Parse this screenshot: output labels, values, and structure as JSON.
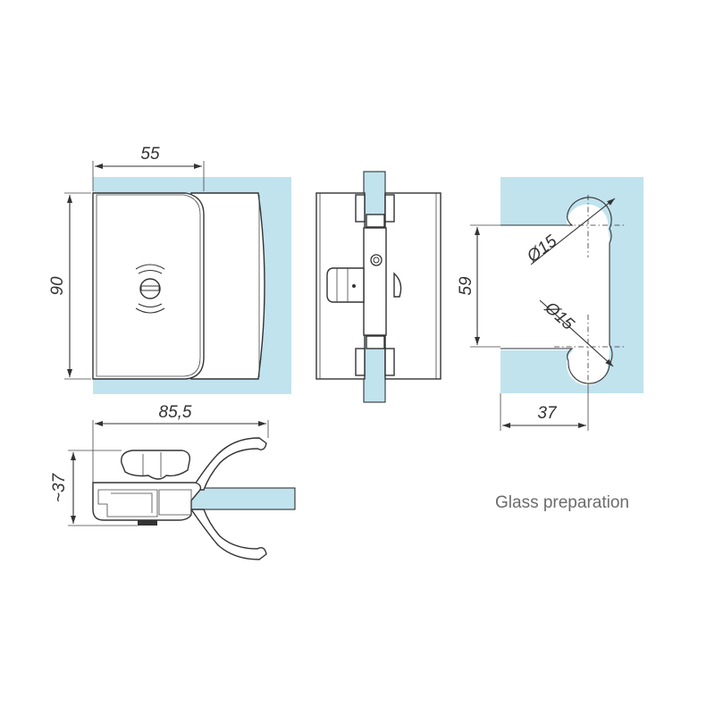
{
  "colors": {
    "glass": "#c1e3ee",
    "line": "#333333",
    "caption": "#6b6b6b"
  },
  "dimensions": {
    "front_width": "55",
    "front_height": "90",
    "side_width": "85,5",
    "side_height": "~37",
    "hole_upper": "Ø15",
    "hole_lower": "Ø15",
    "hole_spacing": "59",
    "hole_offset": "37"
  },
  "caption": "Glass preparation"
}
